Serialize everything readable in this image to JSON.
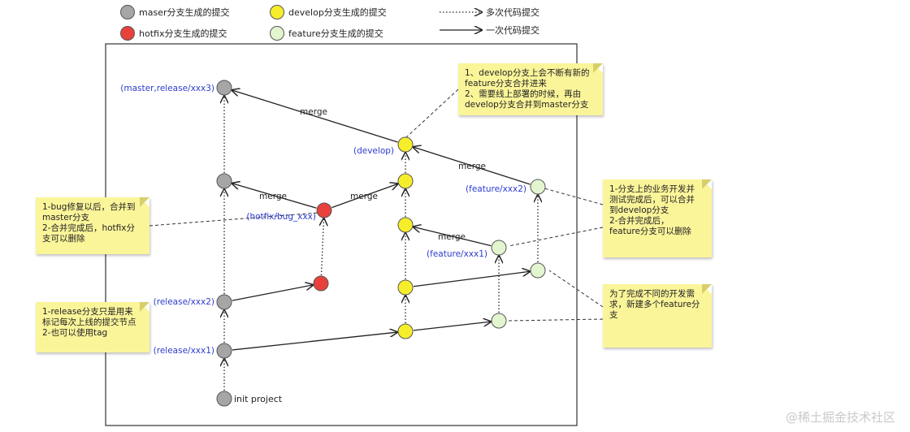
{
  "legend": [
    {
      "id": "master",
      "label": "maser分支生成的提交",
      "color": "#a6a6a6"
    },
    {
      "id": "hotfix",
      "label": "hotfix分支生成的提交",
      "color": "#e8413c"
    },
    {
      "id": "develop",
      "label": "develop分支生成的提交",
      "color": "#f6ee2a"
    },
    {
      "id": "feature",
      "label": "feature分支生成的提交",
      "color": "#e3f5cf"
    },
    {
      "id": "multi",
      "label": "多次代码提交",
      "style": "dotted"
    },
    {
      "id": "single",
      "label": "一次代码提交",
      "style": "solid"
    }
  ],
  "nodes": [
    {
      "id": "init",
      "branch": "master",
      "label": "init project"
    },
    {
      "id": "r1",
      "branch": "master",
      "label": "(release/xxx1)"
    },
    {
      "id": "r2",
      "branch": "master",
      "label": "(release/xxx2)"
    },
    {
      "id": "m3",
      "branch": "master",
      "label": ""
    },
    {
      "id": "r3",
      "branch": "master",
      "label": "(master,release/xxx3)"
    },
    {
      "id": "h2",
      "branch": "hotfix",
      "label": ""
    },
    {
      "id": "h1",
      "branch": "hotfix",
      "label": "(hotfix/bug_xxx)"
    },
    {
      "id": "d1",
      "branch": "develop",
      "label": ""
    },
    {
      "id": "d2",
      "branch": "develop",
      "label": ""
    },
    {
      "id": "d3",
      "branch": "develop",
      "label": ""
    },
    {
      "id": "d4",
      "branch": "develop",
      "label": ""
    },
    {
      "id": "d5",
      "branch": "develop",
      "label": "(develop)"
    },
    {
      "id": "f1a",
      "branch": "feature",
      "label": ""
    },
    {
      "id": "f1b",
      "branch": "feature",
      "label": "(feature/xxx1)"
    },
    {
      "id": "f2a",
      "branch": "feature",
      "label": ""
    },
    {
      "id": "f2b",
      "branch": "feature",
      "label": "(feature/xxx2)"
    }
  ],
  "edges": [
    {
      "from": "init",
      "to": "r1",
      "style": "dotted",
      "label": ""
    },
    {
      "from": "r1",
      "to": "r2",
      "style": "dotted",
      "label": ""
    },
    {
      "from": "r2",
      "to": "m3",
      "style": "dotted",
      "label": ""
    },
    {
      "from": "m3",
      "to": "r3",
      "style": "dotted",
      "label": ""
    },
    {
      "from": "r1",
      "to": "d1",
      "style": "solid",
      "label": ""
    },
    {
      "from": "d1",
      "to": "f1a",
      "style": "solid",
      "label": ""
    },
    {
      "from": "f1a",
      "to": "f1b",
      "style": "dotted",
      "label": ""
    },
    {
      "from": "d1",
      "to": "d2",
      "style": "dotted",
      "label": ""
    },
    {
      "from": "d2",
      "to": "f2a",
      "style": "solid",
      "label": ""
    },
    {
      "from": "f2a",
      "to": "f2b",
      "style": "dotted",
      "label": ""
    },
    {
      "from": "r2",
      "to": "h2",
      "style": "solid",
      "label": ""
    },
    {
      "from": "h2",
      "to": "h1",
      "style": "dotted",
      "label": ""
    },
    {
      "from": "h1",
      "to": "m3",
      "style": "solid",
      "label": "merge"
    },
    {
      "from": "h1",
      "to": "d4",
      "style": "solid",
      "label": "merge"
    },
    {
      "from": "d2",
      "to": "d3",
      "style": "dotted",
      "label": ""
    },
    {
      "from": "f1b",
      "to": "d3",
      "style": "solid",
      "label": "merge"
    },
    {
      "from": "d3",
      "to": "d4",
      "style": "dotted",
      "label": ""
    },
    {
      "from": "d4",
      "to": "d5",
      "style": "dotted",
      "label": ""
    },
    {
      "from": "f2b",
      "to": "d5",
      "style": "solid",
      "label": "merge"
    },
    {
      "from": "d5",
      "to": "r3",
      "style": "solid",
      "label": "merge"
    }
  ],
  "notes": [
    {
      "id": "note-develop",
      "text": "1、develop分支上会不断有新的\nfeature分支合并进来\n2、需要线上部署的时候，再由\ndevelop分支合并到master分支"
    },
    {
      "id": "note-hotfix",
      "text": "1-bug修复以后，合并到\nmaster分支\n2-合并完成后，hotfix分\n支可以删除"
    },
    {
      "id": "note-release",
      "text": "1-release分支只是用来\n标记每次上线的提交节点\n2-也可以使用tag"
    },
    {
      "id": "note-feature-done",
      "text": "1-分支上的业务开发并\n测试完成后，可以合并\n到develop分支\n2-合并完成后，\nfeature分支可以删除"
    },
    {
      "id": "note-feature-new",
      "text": "为了完成不同的开发需\n求，新建多个feature分\n支"
    }
  ],
  "watermark": "@稀土掘金技术社区"
}
